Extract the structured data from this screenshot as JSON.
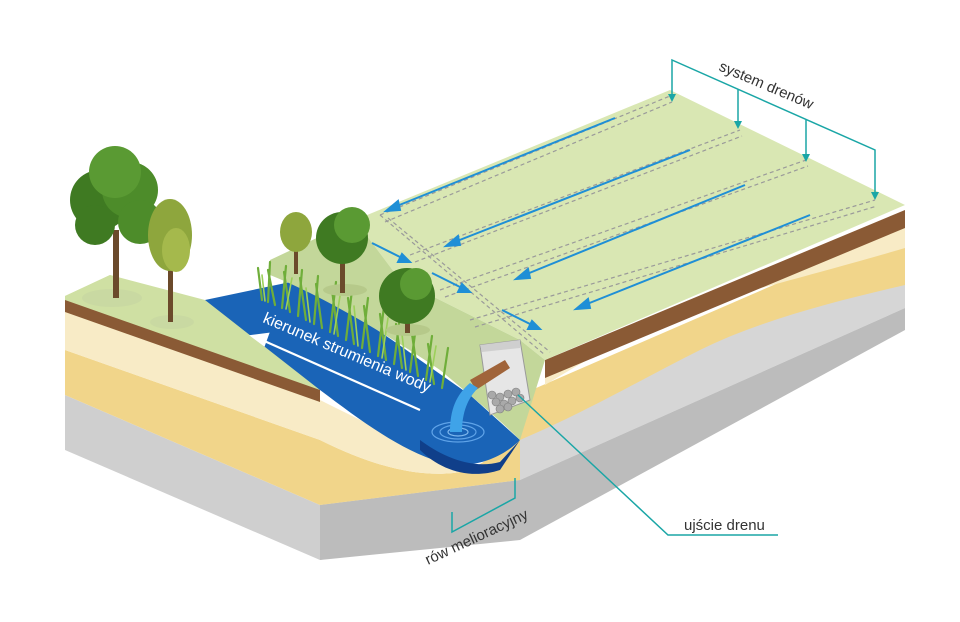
{
  "labels": {
    "drain_system": "system drenów",
    "water_flow": "kierunek strumienia wody",
    "drain_outlet": "ujście drenu",
    "ditch": "rów melioracyjny"
  },
  "colors": {
    "grass": "#d9e7b3",
    "grass_dark": "#bfd48f",
    "soil_brown": "#8a5a35",
    "soil_light": "#f6e8bf",
    "soil_yellow": "#f1d58a",
    "soil_tan": "#e5d3a6",
    "rock_grey": "#d4d4d4",
    "water": "#1a64b7",
    "water_dark": "#103f8a",
    "arrow_blue": "#1f8fd6",
    "pointer_teal": "#1aa6a6"
  }
}
